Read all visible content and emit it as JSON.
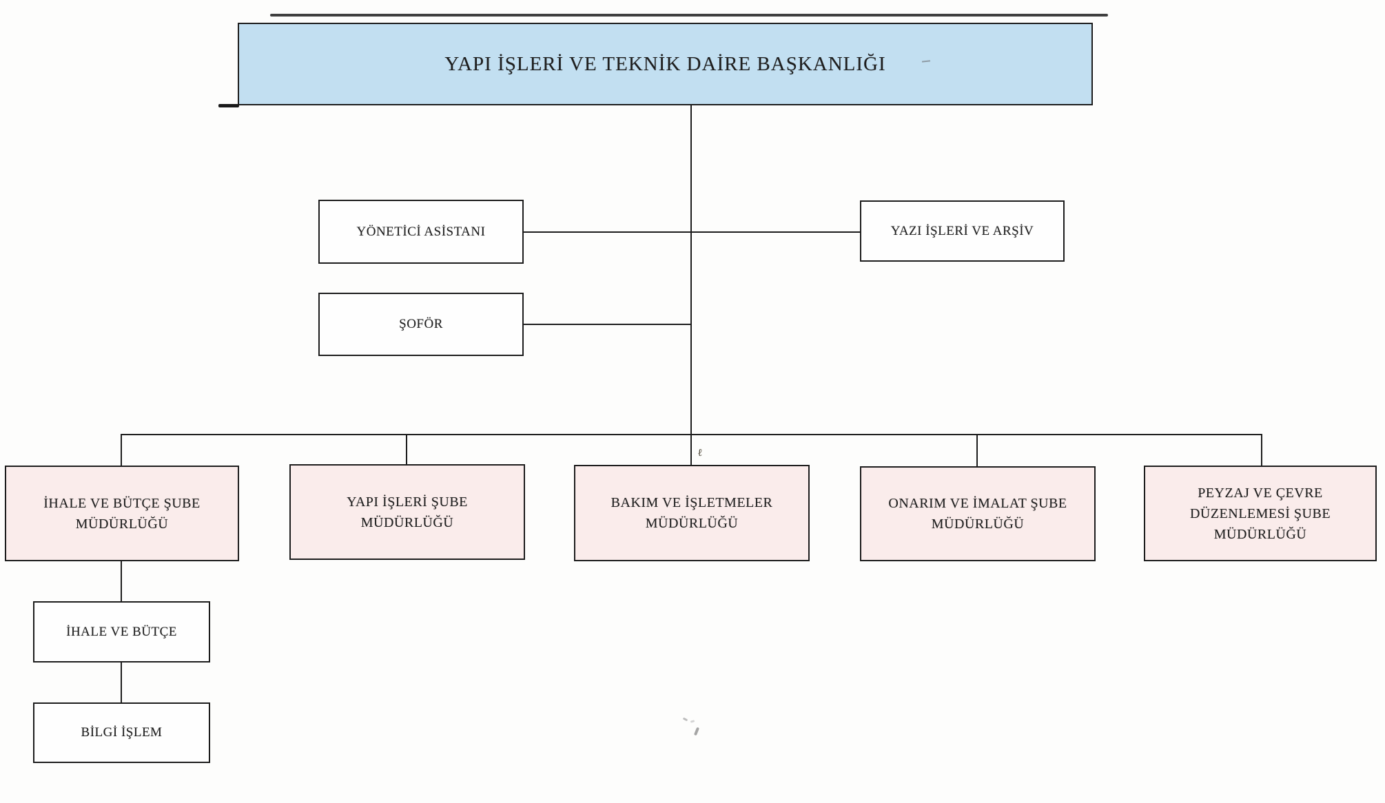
{
  "chart": {
    "type": "org-chart",
    "title": "YAPI İŞLERİ VE TEKNİK DAİRE BAŞKANLIĞI",
    "staff_units": [
      {
        "id": "yonetici-asistani",
        "label": "YÖNETİCİ ASİSTANI"
      },
      {
        "id": "yazi-isleri-ve-arsiv",
        "label": "YAZI İŞLERİ VE ARŞİV"
      },
      {
        "id": "sofor",
        "label": "ŞOFÖR"
      }
    ],
    "departments": [
      {
        "id": "ihale-ve-butce-sube-mudurlugu",
        "label": "İHALE VE BÜTÇE ŞUBE\nMÜDÜRLÜĞÜ"
      },
      {
        "id": "yapi-isleri-sube-mudurlugu",
        "label": "YAPI İŞLERİ ŞUBE\nMÜDÜRLÜĞÜ"
      },
      {
        "id": "bakim-ve-isletmeler-mudurlugu",
        "label": "BAKIM VE İŞLETMELER\nMÜDÜRLÜĞÜ"
      },
      {
        "id": "onarim-ve-imalat-sube-mudurlugu",
        "label": "ONARIM VE İMALAT ŞUBE\nMÜDÜRLÜĞÜ"
      },
      {
        "id": "peyzaj-ve-cevre-duzenlemesi-sube-mudurlugu",
        "label": "PEYZAJ VE ÇEVRE\nDÜZENLEMESİ ŞUBE\nMÜDÜRLÜĞÜ"
      }
    ],
    "sub_units": [
      {
        "id": "ihale-ve-butce",
        "label": "İHALE VE BÜTÇE",
        "parent": "ihale-ve-butce-sube-mudurlugu"
      },
      {
        "id": "bilgi-islem",
        "label": "BİLGİ İŞLEM",
        "parent": "ihale-ve-butce"
      }
    ],
    "colors": {
      "header_fill": "#c2dff1",
      "department_fill": "#faeceb",
      "staff_fill": "#fefefe",
      "border": "#1c1c1c",
      "text": "#1e1e1e",
      "background": "#fdfdfc"
    }
  }
}
